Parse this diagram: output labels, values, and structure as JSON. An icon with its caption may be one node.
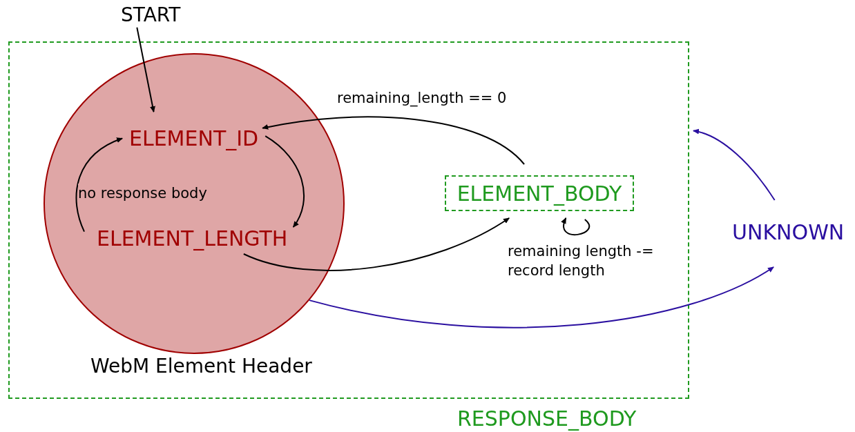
{
  "diagram": {
    "nodes": [
      {
        "text": [
          "RESPONSE_BODY"
        ]
      },
      {
        "text": [
          "WebM Element Header"
        ],
        "in": 0
      },
      {
        "text": [
          "START"
        ]
      },
      {
        "text": [
          "ELEMENT_ID"
        ],
        "in": 1
      },
      {
        "text": [
          "ELEMENT_LENGTH"
        ],
        "in": 1
      },
      {
        "text": [
          "ELEMENT_BODY"
        ],
        "in": 0
      },
      {
        "text": [
          "UNKNOWN"
        ]
      }
    ],
    "edges": [
      {
        "from": 2,
        "to": 3,
        "arrow": "to"
      },
      {
        "from": 3,
        "to": 4,
        "arrow": "to"
      },
      {
        "from": 4,
        "to": 3,
        "arrow": "to",
        "label": "no response body"
      },
      {
        "from": 4,
        "to": 5,
        "arrow": "to"
      },
      {
        "from": 5,
        "to": 3,
        "arrow": "to",
        "label": "remaining_length == 0"
      },
      {
        "from": 5,
        "to": 5,
        "arrow": "to",
        "label": "remaining length -= record length"
      },
      {
        "from": 6,
        "to": 0,
        "arrow": "to",
        "color": "#2a0fa0"
      },
      {
        "from": 1,
        "to": 6,
        "arrow": "to",
        "color": "#2a0fa0"
      }
    ]
  }
}
